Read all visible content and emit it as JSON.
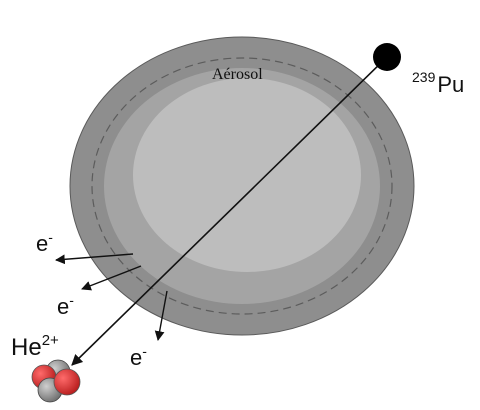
{
  "aerosol": {
    "label": "Aérosol"
  },
  "source": {
    "isotope_mass": "239",
    "element": "Pu"
  },
  "electrons": [
    {
      "symbol": "e",
      "charge": "-"
    },
    {
      "symbol": "e",
      "charge": "-"
    },
    {
      "symbol": "e",
      "charge": "-"
    }
  ],
  "alpha": {
    "symbol": "He",
    "charge": "2+"
  },
  "colors": {
    "outer_shell": "#8e8e8e",
    "inner_core": "#bdbdbd",
    "proton": "#d92b2b",
    "neutron": "#8a8a8a",
    "particle": "#000000"
  }
}
